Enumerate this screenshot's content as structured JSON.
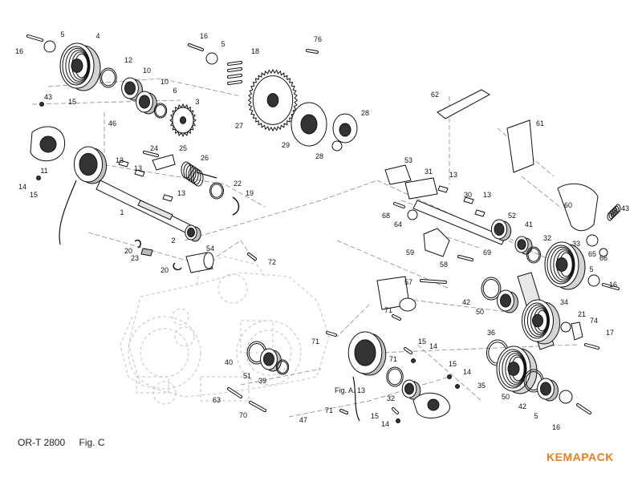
{
  "caption": {
    "model": "OR-T 2800",
    "figure": "Fig. C"
  },
  "brand": {
    "name": "KEMAPACK",
    "color": "#f07e1a"
  },
  "callouts": [
    "16",
    "5",
    "4",
    "12",
    "10",
    "10",
    "6",
    "3",
    "43",
    "15",
    "46",
    "11",
    "14",
    "15",
    "13",
    "13",
    "13",
    "24",
    "25",
    "26",
    "22",
    "19",
    "1",
    "2",
    "20",
    "23",
    "20",
    "54",
    "72",
    "16",
    "5",
    "76",
    "18",
    "27",
    "29",
    "28",
    "28",
    "62",
    "61",
    "53",
    "31",
    "13",
    "30",
    "13",
    "68",
    "64",
    "59",
    "58",
    "69",
    "52",
    "41",
    "32",
    "33",
    "60",
    "43",
    "65",
    "66",
    "57",
    "71",
    "5",
    "16",
    "42",
    "50",
    "34",
    "21",
    "74",
    "36",
    "17",
    "71",
    "15",
    "14",
    "71",
    "15",
    "14",
    "40",
    "51",
    "39",
    "63",
    "70",
    "35",
    "50",
    "42",
    "5",
    "16",
    "32",
    "47",
    "71",
    "15",
    "14",
    "Fig. A. 13"
  ]
}
